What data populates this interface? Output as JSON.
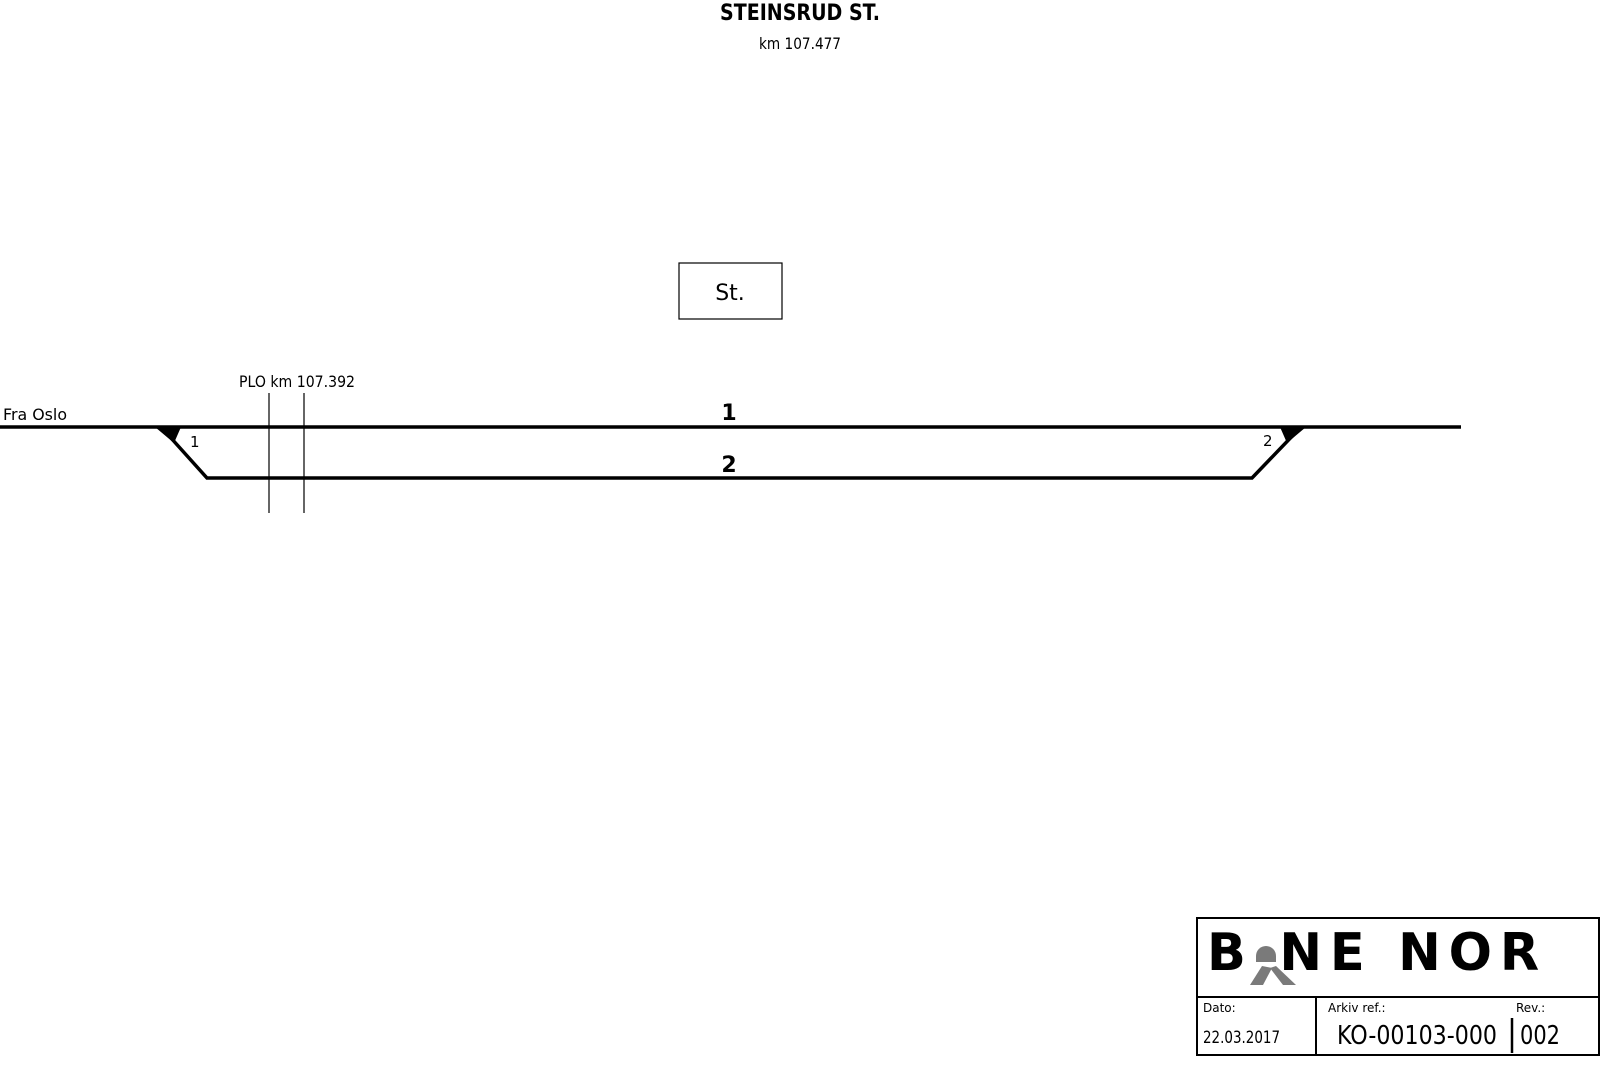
{
  "header": {
    "title": "STEINSRUD ST.",
    "km": "km 107.477"
  },
  "station_box": {
    "label": "St."
  },
  "labels": {
    "from": "Fra Oslo",
    "plo": "PLO km 107.392"
  },
  "tracks": [
    {
      "number": "1"
    },
    {
      "number": "2"
    }
  ],
  "switches": [
    {
      "number": "1"
    },
    {
      "number": "2"
    }
  ],
  "title_block": {
    "logo": "BANE NOR",
    "logo_color": "#7a7a7a",
    "date_label": "Dato:",
    "date": "22.03.2017",
    "archive_label": "Arkiv ref.:",
    "archive_ref": "KO-00103-000",
    "rev_label": "Rev.:",
    "rev": "002"
  }
}
